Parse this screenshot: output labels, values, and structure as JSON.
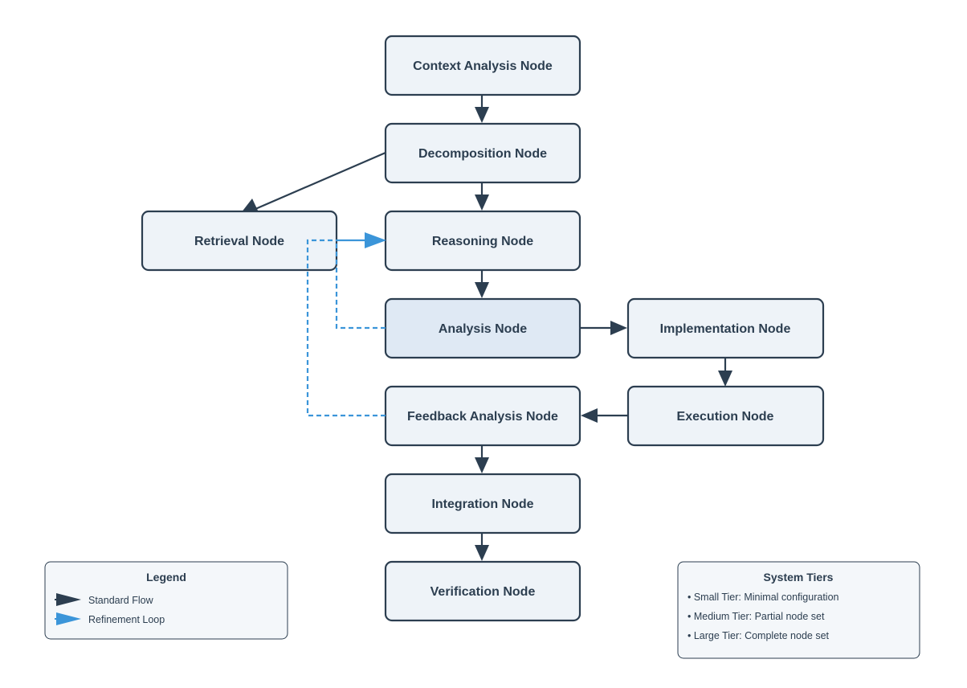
{
  "nodes": {
    "context_analysis": "Context Analysis Node",
    "decomposition": "Decomposition Node",
    "retrieval": "Retrieval Node",
    "reasoning": "Reasoning Node",
    "analysis": "Analysis Node",
    "implementation": "Implementation Node",
    "execution": "Execution Node",
    "feedback_analysis": "Feedback Analysis Node",
    "integration": "Integration Node",
    "verification": "Verification Node"
  },
  "legend": {
    "title": "Legend",
    "items": [
      {
        "label": "Standard Flow",
        "color": "#2c3e50"
      },
      {
        "label": "Refinement Loop",
        "color": "#3b95d9"
      }
    ]
  },
  "tiers": {
    "title": "System Tiers",
    "items": [
      "• Small Tier: Minimal configuration",
      "• Medium Tier: Partial node set",
      "• Large Tier: Complete node set"
    ]
  },
  "colors": {
    "standard_flow": "#2c3e50",
    "refinement_loop": "#3b95d9",
    "node_fill": "#eef3f8",
    "highlight_fill": "#dfe9f4"
  }
}
